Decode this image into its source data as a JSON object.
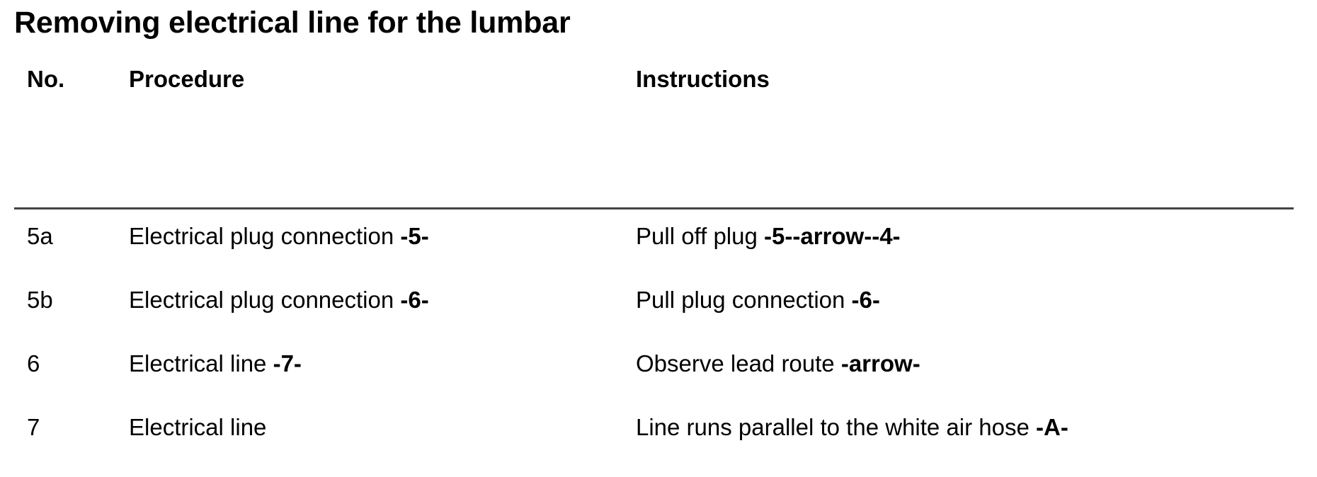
{
  "document": {
    "title": "Removing electrical line for the lumbar",
    "rule_color": "#444444",
    "background_color": "#ffffff",
    "text_color": "#000000"
  },
  "table": {
    "headers": {
      "no": "No.",
      "procedure": "Procedure",
      "instructions": "Instructions"
    },
    "rows": [
      {
        "no": "5a",
        "procedure_text": "Electrical plug connection ",
        "procedure_marker": "-5-",
        "instructions_text": "Pull off plug ",
        "instructions_marker": "-5--arrow--4-"
      },
      {
        "no": "5b",
        "procedure_text": "Electrical plug connection ",
        "procedure_marker": "-6-",
        "instructions_text": "Pull plug connection ",
        "instructions_marker": "-6-"
      },
      {
        "no": "6",
        "procedure_text": "Electrical line ",
        "procedure_marker": "-7-",
        "instructions_text": "Observe lead route ",
        "instructions_marker": "-arrow-"
      },
      {
        "no": "7",
        "procedure_text": "Electrical line",
        "procedure_marker": "",
        "instructions_text": "Line runs parallel to the white air hose ",
        "instructions_marker": "-A-"
      }
    ]
  }
}
